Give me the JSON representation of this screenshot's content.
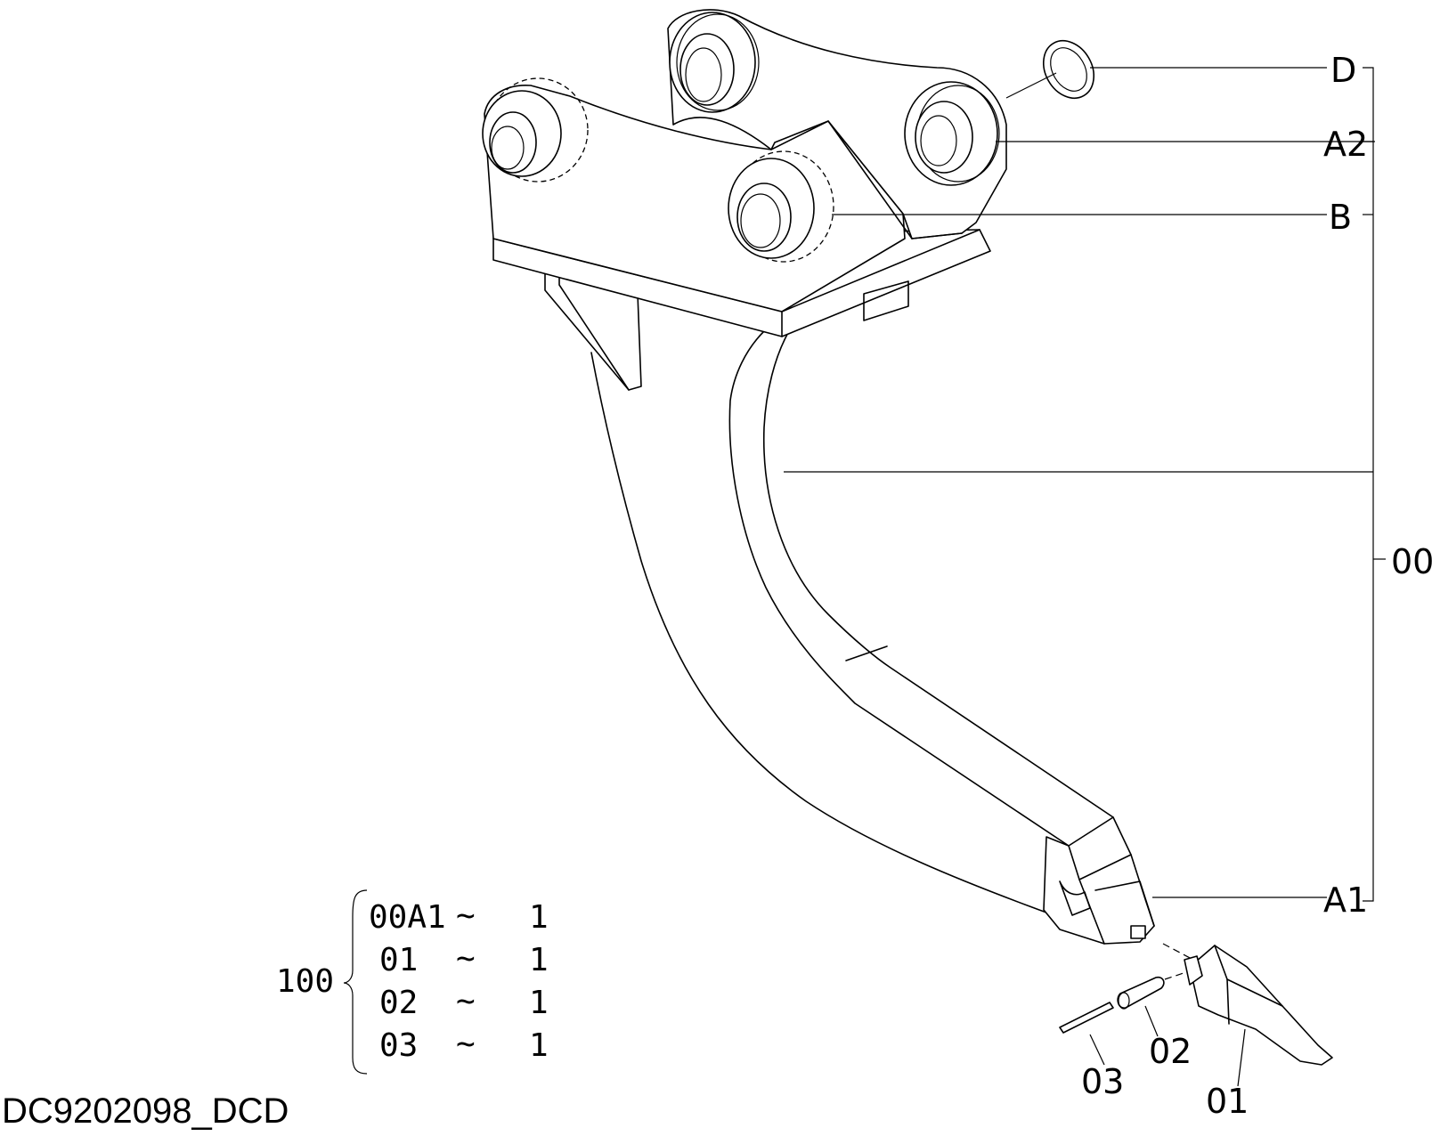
{
  "callouts": {
    "D": "D",
    "A2": "A2",
    "B": "B",
    "assembly": "00",
    "A1": "A1",
    "tooth": "01",
    "pin": "02",
    "lock": "03"
  },
  "parts_list": {
    "group": "100",
    "rows": [
      {
        "part": "00A1",
        "sep": "~",
        "qty": "1"
      },
      {
        "part": "01",
        "sep": "~",
        "qty": "1"
      },
      {
        "part": "02",
        "sep": "~",
        "qty": "1"
      },
      {
        "part": "03",
        "sep": "~",
        "qty": "1"
      }
    ]
  },
  "drawing_code": "DC9202098_DCD"
}
